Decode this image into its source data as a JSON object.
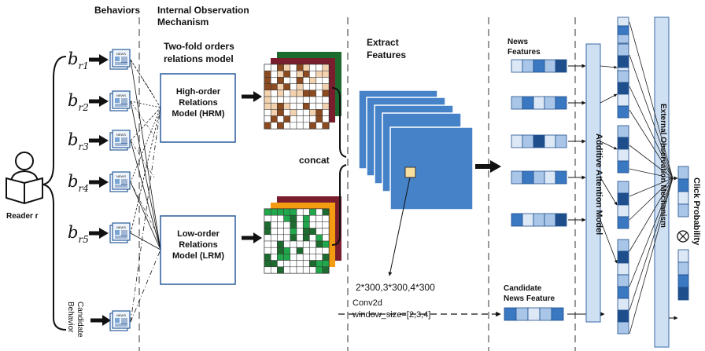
{
  "labels": {
    "behaviors": "Behaviors",
    "internal_obs_1": "Internal Observation",
    "internal_obs_2": "Mechanism",
    "two_fold_1": "Two-fold orders",
    "two_fold_2": "relations model",
    "hrm_1": "High-order",
    "hrm_2": "Relations",
    "hrm_3": "Model (HRM)",
    "lrm_1": "Low-order",
    "lrm_2": "Relations",
    "lrm_3": "Model (LRM)",
    "concat": "concat",
    "extract_1": "Extract",
    "extract_2": "Features",
    "conv_dims": "2*300,3*300,4*300",
    "conv_type": "Conv2d",
    "conv_window": "window_size=[2,3,4]",
    "news_features_1": "News",
    "news_features_2": "Features",
    "candidate_news_1": "Candidate",
    "candidate_news_2": "News Feature",
    "reader": "Reader r",
    "candidate_behavior_1": "Candidate",
    "candidate_behavior_2": "Behavior",
    "additive_attention": "Additive Attention Model",
    "external_obs": "External Observation Mechanism",
    "click_probability": "Click Probability",
    "news_icon_text": "NEWS"
  },
  "behaviors": [
    {
      "base": "b",
      "sub": "r1"
    },
    {
      "base": "b",
      "sub": "r2"
    },
    {
      "base": "b",
      "sub": "r3"
    },
    {
      "base": "b",
      "sub": "r4"
    },
    {
      "base": "b",
      "sub": "r5"
    }
  ],
  "colors": {
    "blue_dark": "#1f4e8c",
    "blue_mid": "#3a78c2",
    "blue_light": "#a9c6e8",
    "blue_pale": "#dce8f6",
    "panel_fill": "#cfe0f3",
    "feature_map": "#4682c8",
    "highlight": "#f7dfa0",
    "hrm_fill": "#8b4a1f",
    "hrm_light": "#f3d2b0",
    "lrm_green": "#21a84c",
    "lrm_dark": "#1e6b30",
    "stack_green": "#1e6b30",
    "stack_maroon": "#7a1e2e",
    "stack_orange": "#f39c12"
  }
}
